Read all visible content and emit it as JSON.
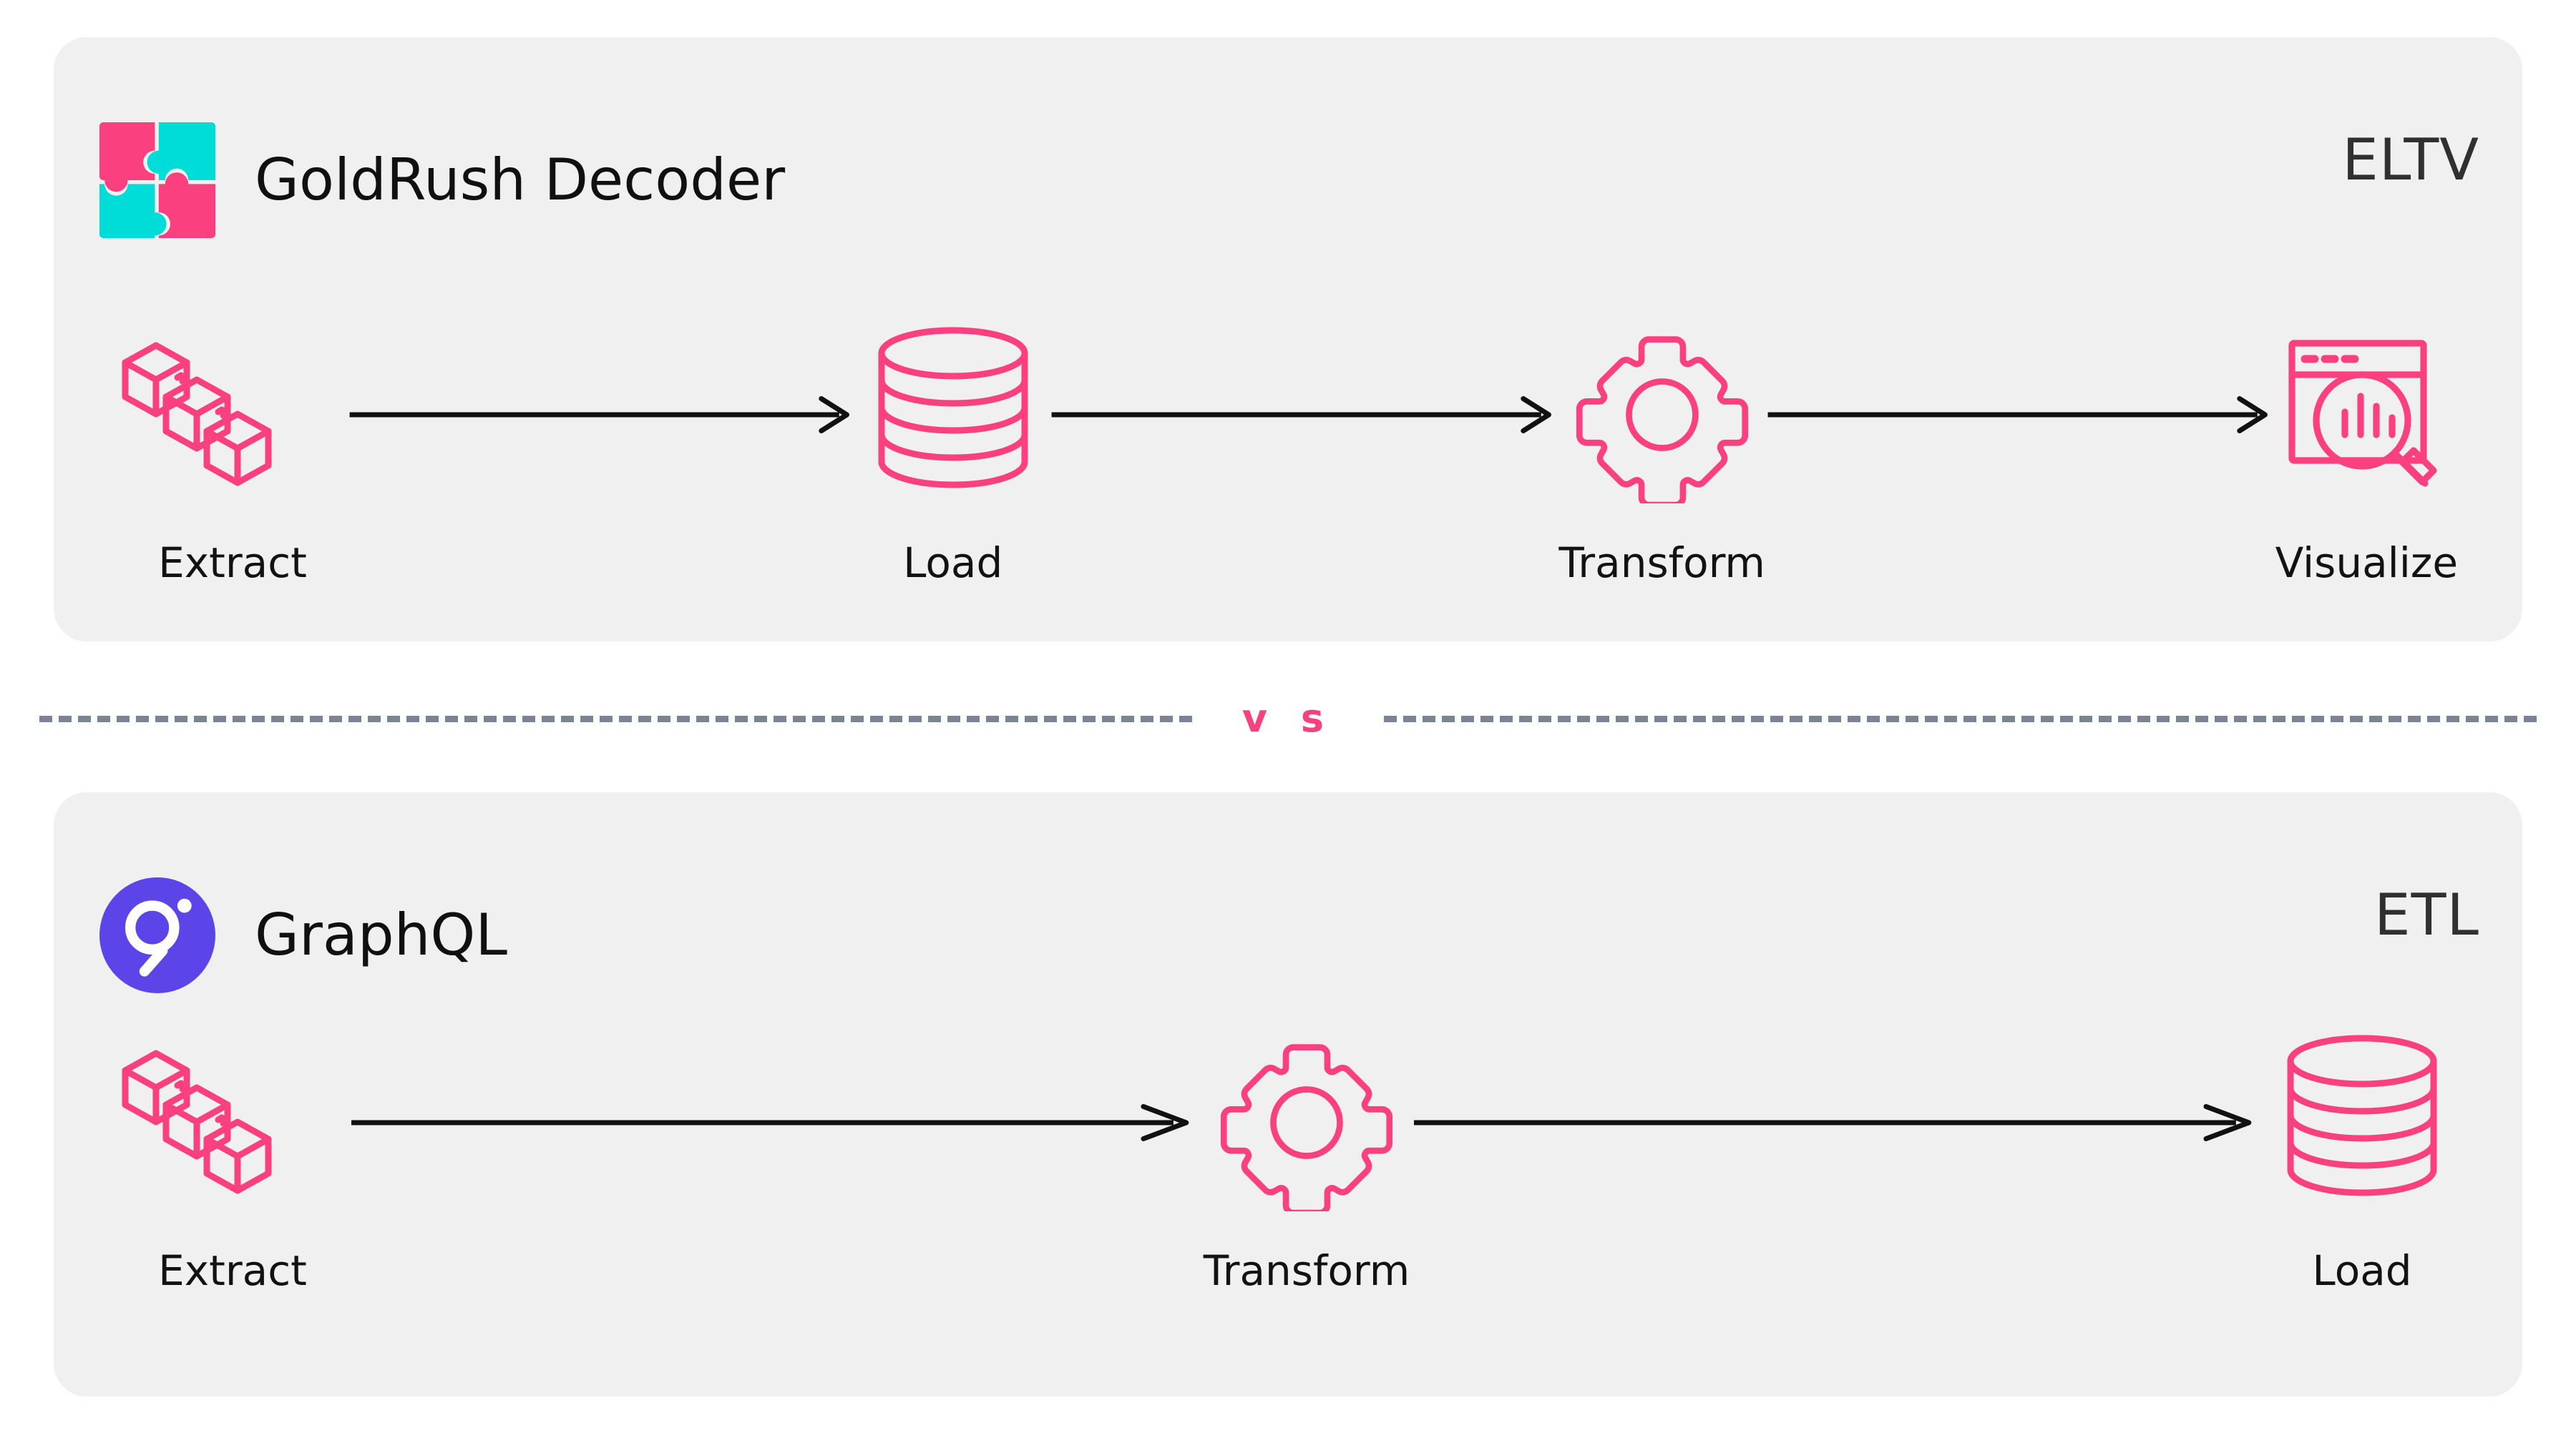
{
  "theme": {
    "page_bg": "#ffffff",
    "card_bg": "#F0F0F0",
    "accent_pink": "#FB4080",
    "accent_cyan": "#00DCD8",
    "graphql_purple": "#5B45E8",
    "arrow_black": "#111111",
    "divider_gray": "#7A8494",
    "text_dark": "#101010",
    "tag_gray": "#303030"
  },
  "divider": {
    "vs_label": "v s"
  },
  "cards": [
    {
      "id": "eltv",
      "brand_name": "GoldRush Decoder",
      "brand_logo_icon": "puzzle-logo-icon",
      "tag": "ELTV",
      "steps": [
        {
          "label": "Extract",
          "icon": "cubes-icon"
        },
        {
          "label": "Load",
          "icon": "database-icon"
        },
        {
          "label": "Transform",
          "icon": "gear-icon"
        },
        {
          "label": "Visualize",
          "icon": "chart-search-icon"
        }
      ],
      "arrows": [
        "arrow-right-icon",
        "arrow-right-icon",
        "arrow-right-icon"
      ]
    },
    {
      "id": "etl",
      "brand_name": "GraphQL",
      "brand_logo_icon": "graphql-logo-icon",
      "tag": "ETL",
      "steps": [
        {
          "label": "Extract",
          "icon": "cubes-icon"
        },
        {
          "label": "Transform",
          "icon": "gear-icon"
        },
        {
          "label": "Load",
          "icon": "database-icon"
        }
      ],
      "arrows": [
        "arrow-right-icon",
        "arrow-right-icon"
      ]
    }
  ]
}
